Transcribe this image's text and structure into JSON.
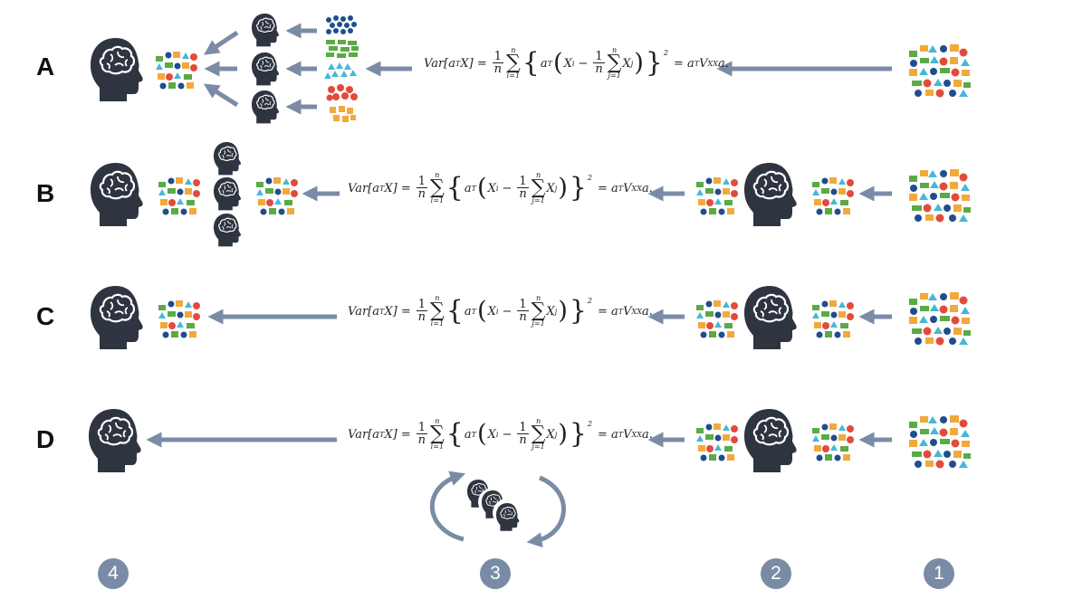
{
  "rows": [
    {
      "id": "A",
      "label": "A"
    },
    {
      "id": "B",
      "label": "B"
    },
    {
      "id": "C",
      "label": "C"
    },
    {
      "id": "D",
      "label": "D"
    }
  ],
  "equation": {
    "lhs": "Var[a",
    "sup_T": "T",
    "lhs_end": "X] =",
    "frac_num": "1",
    "frac_den": "n",
    "sum_top": "n",
    "sum_bottom": "i=1",
    "inner_sum_top": "n",
    "inner_sum_bottom": "j=1",
    "xi": "X",
    "xi_sub": "i",
    "minus": "−",
    "xj": "X",
    "xj_sub": "j",
    "power": "2",
    "rhs": "= a",
    "rhs_sup": "T",
    "rhs_v": "V",
    "rhs_sub": "XX",
    "rhs_end": "a."
  },
  "steps": [
    "4",
    "3",
    "2",
    "1"
  ],
  "colors": {
    "arrow": "#7a8ca5",
    "head": "#2e3440",
    "dot_blue": "#1f4e8c",
    "rect_green": "#5aaa46",
    "triangle_cyan": "#44b8d8",
    "circle_red": "#e24b3b",
    "square_orange": "#f2a93b"
  },
  "icons": [
    "head-with-brain-icon",
    "mixed-data-cluster-icon",
    "cycle-arrows-icon"
  ]
}
